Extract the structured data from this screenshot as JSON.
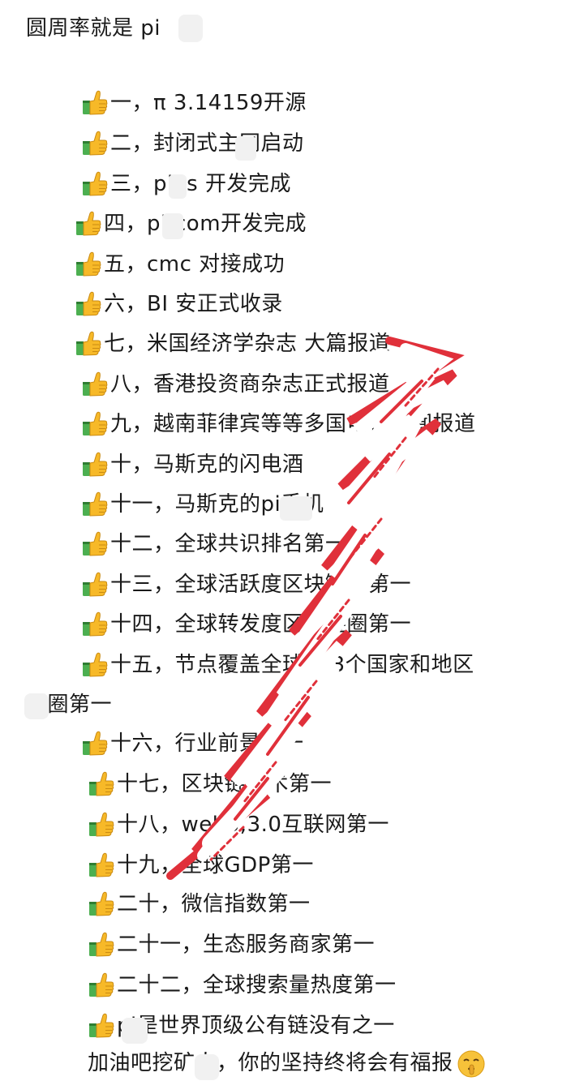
{
  "post": {
    "title": "圆周率就是 pi",
    "items": [
      "一，π 3.14159开源",
      "二，封闭式主网启动",
      "三，pios 开发完成",
      "四，pi/com开发完成",
      "五，cmc 对接成功",
      "六，BI 安正式收录",
      "七，米国经济学杂志   大篇报道",
      "八，香港投资商杂志正式报道",
      "九，越南菲律宾等等多国电视新闻报道",
      "十，马斯克的闪电酒",
      "十一，马斯克的pi手机",
      "十二，全球共识排名第一",
      "十三，全球活跃度区块链圈第一",
      "十四，全球转发度区块链圈第一",
      "十五，节点覆盖全球233个国家和地区"
    ],
    "wrap_line": "币圈第一",
    "items2": [
      "十六，行业前景第一",
      "十七，区块链技术第一",
      "十八，web3,3.0互联网第一",
      "十九，全球GDP第一",
      "二十，微信指数第一",
      "二十一，生态服务商家第一",
      "二十二，全球搜索量热度第一",
      "pi是世界顶级公有链没有之一"
    ],
    "closing": "加油吧挖矿人，你的坚持终将会有福报"
  },
  "icons": {
    "bullet": "thumbs-up-icon",
    "closing_emoji": "shushing-face-icon"
  },
  "colors": {
    "text": "#1a1a1a",
    "thumb_yellow": "#f7b928",
    "thumb_sleeve": "#4caf50",
    "scribble_red": "#e0303a"
  }
}
